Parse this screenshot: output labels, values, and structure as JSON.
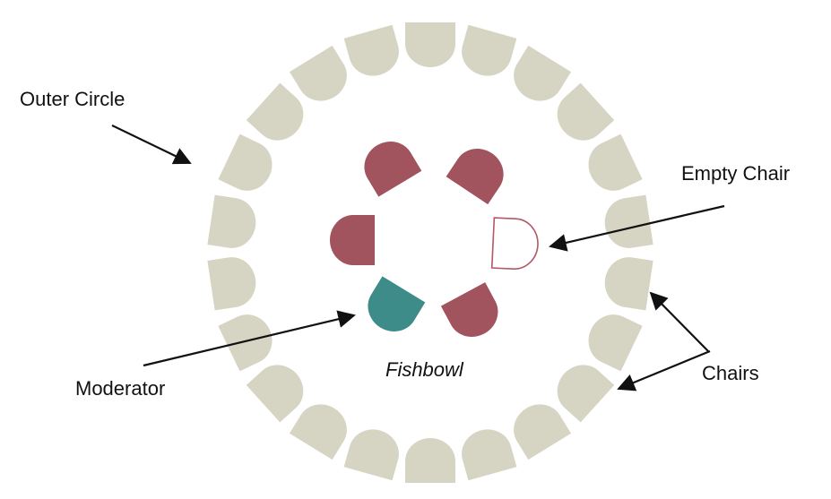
{
  "labels": {
    "outer_circle": "Outer Circle",
    "empty_chair": "Empty Chair",
    "moderator": "Moderator",
    "fishbowl": "Fishbowl",
    "chairs": "Chairs"
  },
  "colors": {
    "outer_chair": "#d6d4c2",
    "inner_chair": "#a1535e",
    "moderator_chair": "#3e8c8a",
    "empty_chair_outline": "#b45866",
    "arrow": "#111111",
    "text": "#111111"
  },
  "outer_circle": {
    "chair_count": 22
  },
  "fishbowl": {
    "occupied_chairs": 5,
    "moderator_chairs": 1,
    "empty_chairs": 1
  }
}
